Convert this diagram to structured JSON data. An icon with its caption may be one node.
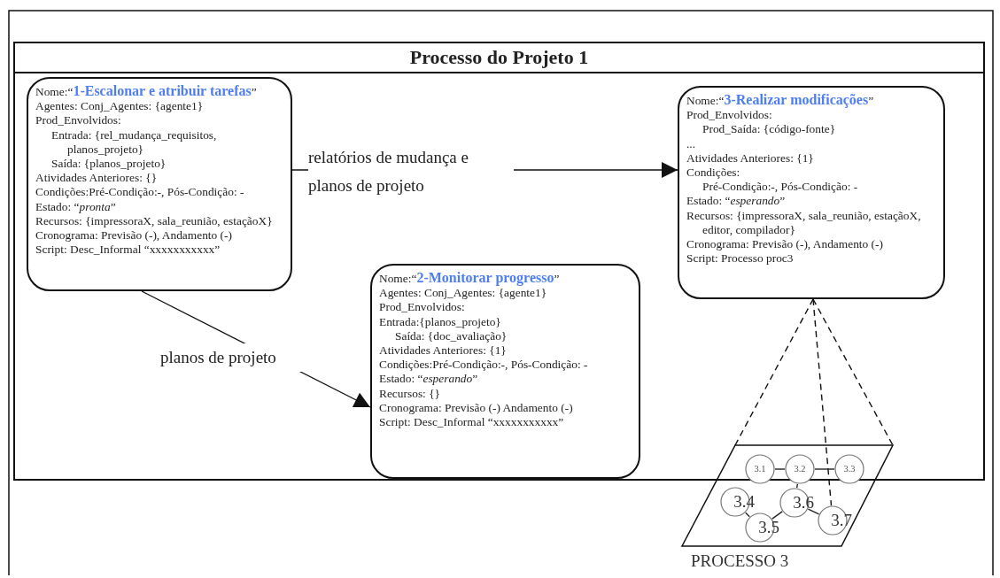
{
  "diagram": {
    "nodes": [
      {
        "text": [
          "Processo do Projeto 1"
        ]
      },
      {
        "text": [
          "Nome:“**1-Escalonar e atribuir tarefas**”",
          "Agentes: Conj_Agentes: {agente1}",
          "Prod_Envolvidos:",
          "Entrada: {rel_mudança_requisitos, planos_projeto}",
          "Saída: {planos_projeto}",
          "Atividades Anteriores: {}",
          "Condições:Pré-Condição:-, Pós-Condição: -",
          "Estado: “*pronta*”",
          "Recursos: {impressoraX, sala_reunião, estaçãoX}",
          "Cronograma:  Previsão (-), Andamento (-)",
          "Script: Desc_Informal “xxxxxxxxxxx”"
        ],
        "in": 0
      },
      {
        "text": [
          "Nome:“**2-Monitorar progresso**”",
          "Agentes: Conj_Agentes: {agente1}",
          "Prod_Envolvidos:",
          "Entrada:{planos_projeto}",
          "Saída: {doc_avaliação}",
          "Atividades Anteriores: {1}",
          "Condições:Pré-Condição:-, Pós-Condição: -",
          "Estado: “*esperando*”",
          "Recursos: {}",
          "Cronograma: Previsão (-) Andamento (-)",
          "Script: Desc_Informal “xxxxxxxxxxx”"
        ],
        "in": 0
      },
      {
        "text": [
          "Nome:“**3-Realizar  modificações**”",
          "Prod_Envolvidos:",
          "Prod_Saída: {código-fonte}",
          "...",
          "Atividades Anteriores: {1}",
          "Condições:",
          "Pré-Condição:-, Pós-Condição: -",
          "Estado: “*esperando*”",
          "Recursos: {impressoraX, sala_reunião, estaçãoX, editor, compilador}",
          "Cronograma:  Previsão (-), Andamento (-)",
          "Script: Processo proc3"
        ],
        "in": 0
      },
      {
        "text": [
          "PROCESSO 3"
        ]
      },
      {
        "text": [
          "3.1"
        ]
      },
      {
        "text": [
          "3.2"
        ]
      },
      {
        "text": [
          "3.3"
        ]
      },
      {
        "text": [
          "3.4"
        ],
        "in": 4
      },
      {
        "text": [
          "3.5"
        ],
        "in": 4
      },
      {
        "text": [
          "3.6"
        ],
        "in": 4
      },
      {
        "text": [
          "3.7"
        ],
        "in": 4
      }
    ],
    "edges": [
      {
        "from": 1,
        "to": 3,
        "arrow": "to",
        "label": "relatórios de mudança e planos de projeto"
      },
      {
        "from": 1,
        "to": 2,
        "arrow": "to",
        "label": "planos de projeto"
      },
      {
        "from": 3,
        "to": 4,
        "arrow": "none",
        "style": "dashed"
      },
      {
        "from": 3,
        "to": 11,
        "arrow": "none",
        "style": "dashed"
      },
      {
        "from": 3,
        "to": 4,
        "arrow": "none",
        "style": "dashed"
      },
      {
        "from": 5,
        "to": 6,
        "arrow": "none"
      },
      {
        "from": 6,
        "to": 7,
        "arrow": "none"
      },
      {
        "from": 6,
        "to": 10,
        "arrow": "none"
      },
      {
        "from": 8,
        "to": 9,
        "arrow": "none"
      },
      {
        "from": 10,
        "to": 9,
        "arrow": "none"
      },
      {
        "from": 10,
        "to": 11,
        "arrow": "none"
      }
    ]
  }
}
